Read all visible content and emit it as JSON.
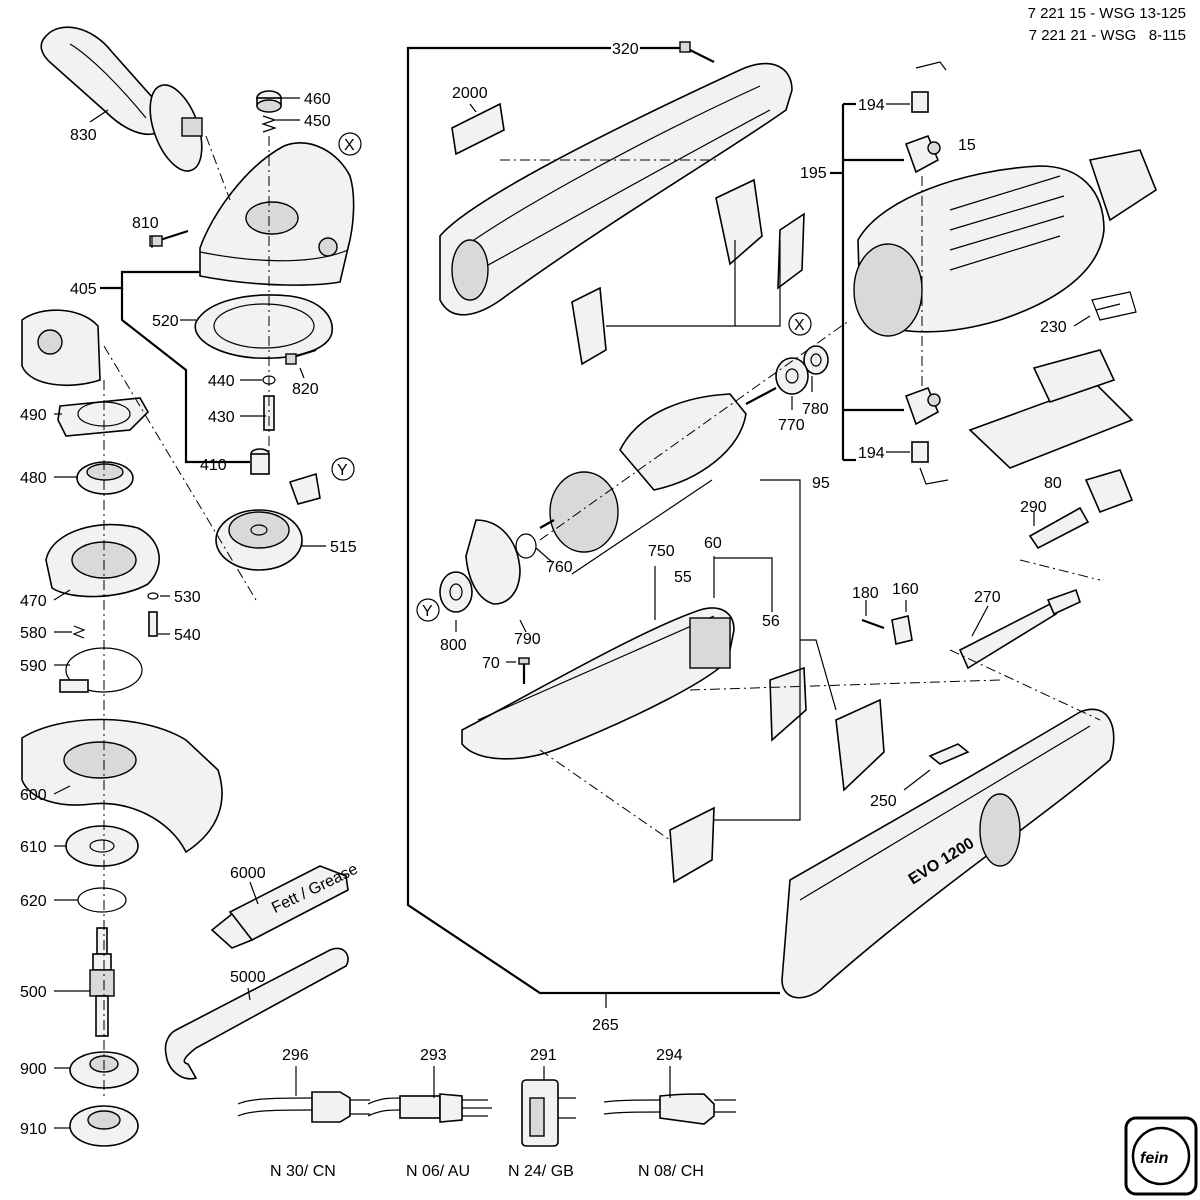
{
  "header": {
    "line1": "7 221 15 - WSG 13-125",
    "line2": "7 221 21 - WSG   8-115"
  },
  "labels": {
    "p320": "320",
    "p2000": "2000",
    "p194a": "194",
    "p194b": "194",
    "p15": "15",
    "p195": "195",
    "p460": "460",
    "p450": "450",
    "p830": "830",
    "p810": "810",
    "p405": "405",
    "p520": "520",
    "p820": "820",
    "p440": "440",
    "p430": "430",
    "p410": "410",
    "p515": "515",
    "p490": "490",
    "p480": "480",
    "p470": "470",
    "p530": "530",
    "p540": "540",
    "p580": "580",
    "p590": "590",
    "p600": "600",
    "p610": "610",
    "p620": "620",
    "p500": "500",
    "p900": "900",
    "p910": "910",
    "p6000": "6000",
    "p5000": "5000",
    "p296": "296",
    "p293": "293",
    "p291": "291",
    "p294": "294",
    "p230": "230",
    "p780": "780",
    "p770": "770",
    "p80": "80",
    "p95": "95",
    "p750": "750",
    "p760": "760",
    "p60": "60",
    "p55": "55",
    "p56": "56",
    "p790": "790",
    "p800": "800",
    "p70": "70",
    "p180": "180",
    "p160": "160",
    "p270": "270",
    "p290": "290",
    "p250": "250",
    "p265": "265"
  },
  "markers": {
    "x_top": "X",
    "x_mid": "X",
    "y_right": "Y",
    "y_left": "Y"
  },
  "plugs": {
    "cn": "N 30/ CN",
    "au": "N 06/ AU",
    "gb": "N 24/ GB",
    "ch": "N 08/ CH"
  },
  "printed_text": {
    "tube": "Fett / Grease",
    "model": "EVO 1200",
    "logo": "fein"
  },
  "icons": [
    "fein-logo"
  ]
}
